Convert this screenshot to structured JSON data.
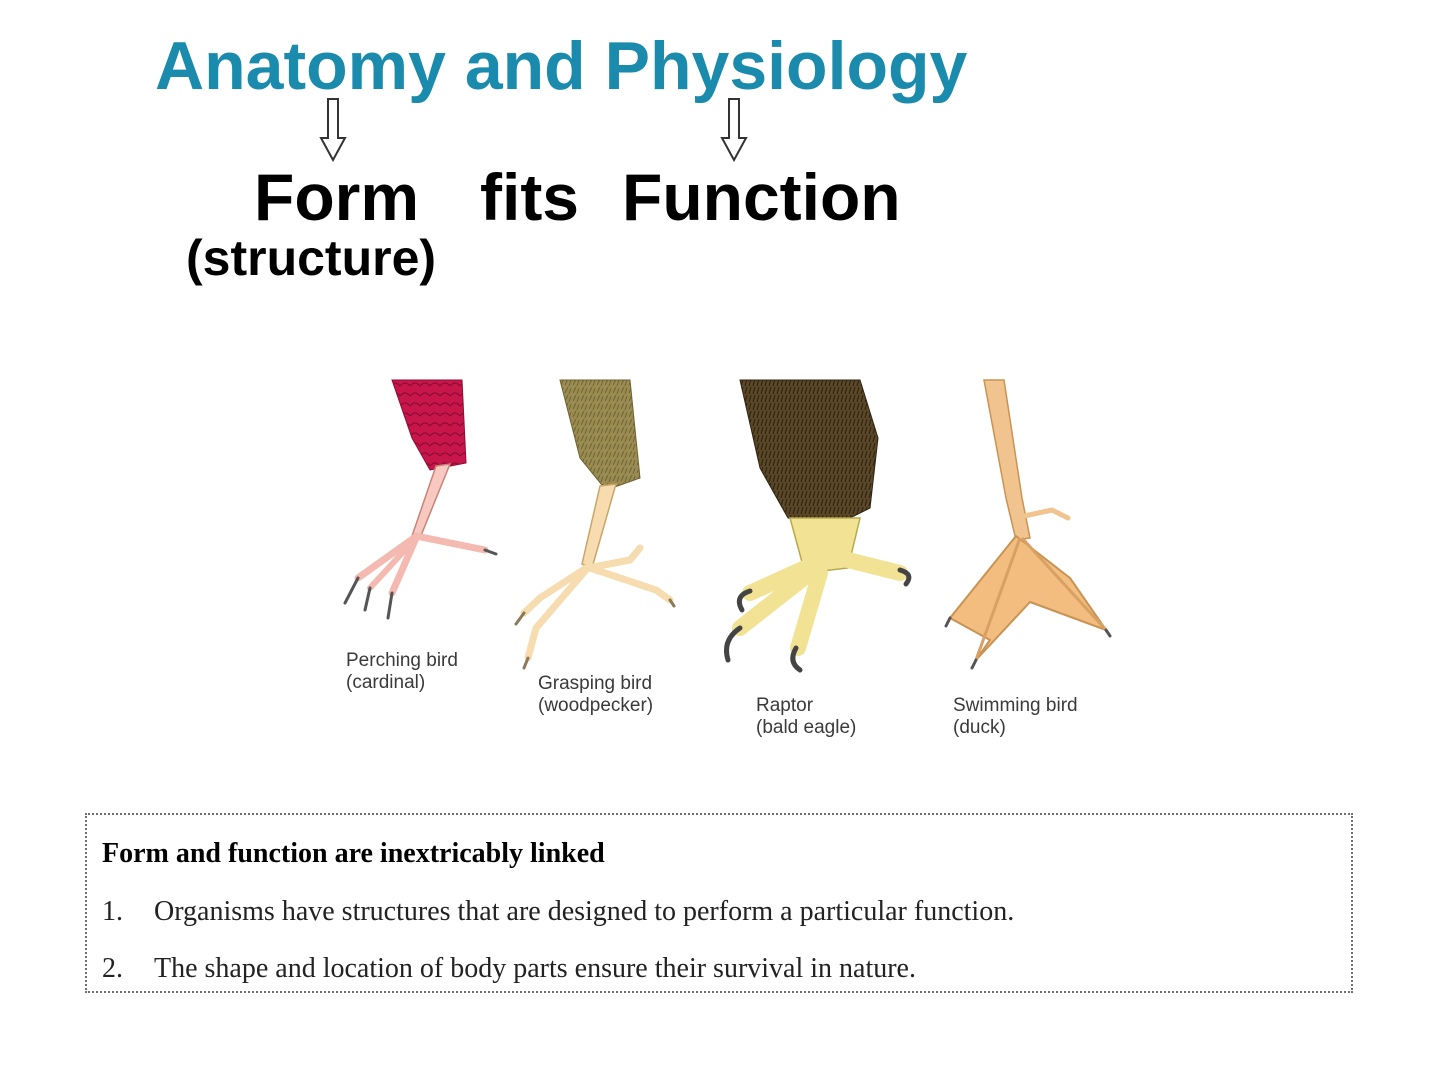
{
  "slide": {
    "title": "Anatomy and Physiology",
    "form_word": "Form",
    "fits_word": "fits",
    "function_word": "Function",
    "structure_note": "(structure)"
  },
  "figure": {
    "feet": [
      {
        "line1": "Perching bird",
        "line2": "(cardinal)",
        "color": "#c8164a"
      },
      {
        "line1": "Grasping bird",
        "line2": "(woodpecker)",
        "color": "#8c7f45"
      },
      {
        "line1": "Raptor",
        "line2": "(bald eagle)",
        "color": "#4d3d22"
      },
      {
        "line1": "Swimming bird",
        "line2": "(duck)",
        "color": "#e9b57e"
      }
    ]
  },
  "summary": {
    "heading": "Form and function are inextricably linked",
    "items": [
      {
        "number": "1.",
        "text": "Organisms have structures that are designed to perform a particular function."
      },
      {
        "number": "2.",
        "text": "The shape and location of body parts ensure their survival in nature."
      }
    ]
  },
  "colors": {
    "title": "#1a8aad",
    "text": "#000000",
    "box_border": "#6f6f6f"
  }
}
